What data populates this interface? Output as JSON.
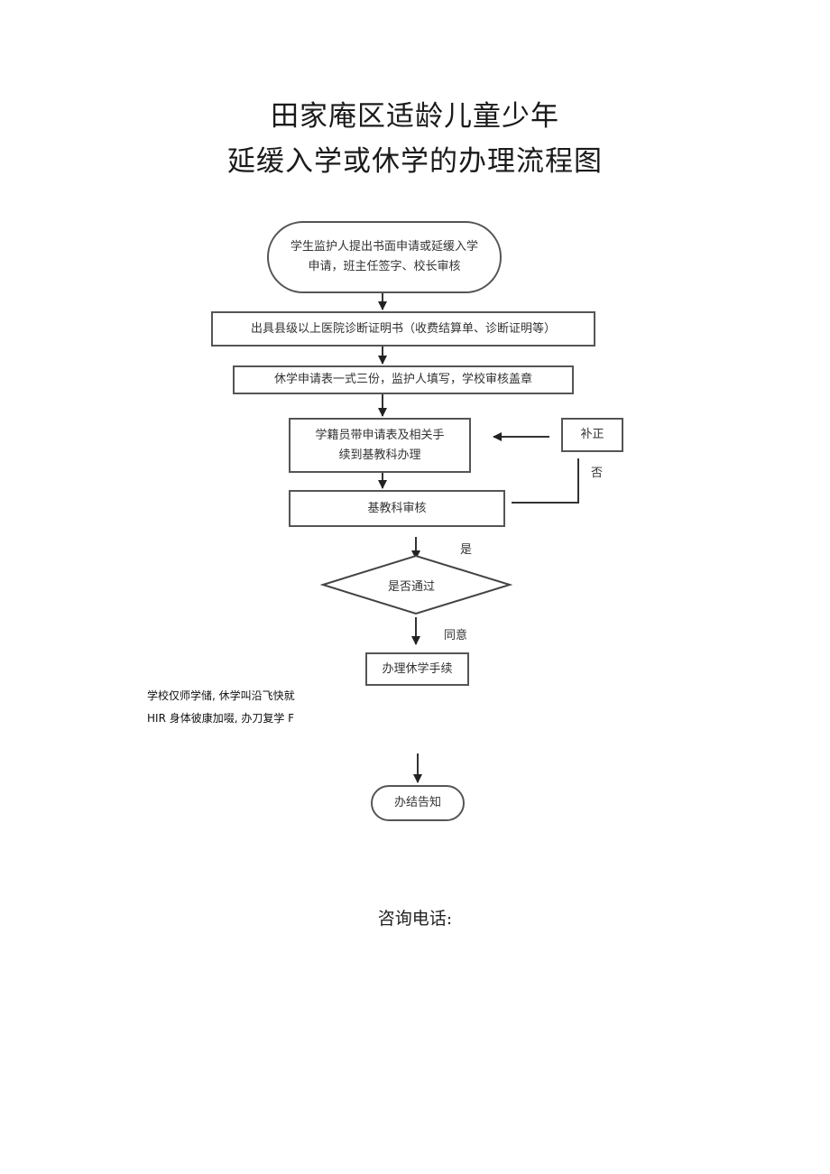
{
  "title": {
    "line1": "田家庵区适龄儿童少年",
    "line2": "延缓入学或休学的办理流程图"
  },
  "flow": {
    "step1": "学生监护人提出书面申请或延缓入学申请，班主任签字、校长审核",
    "step2": "出具县级以上医院诊断证明书（收费结算单、诊断证明等）",
    "step3": "休学申请表一式三份，监护人填写，学校审核盖章",
    "step4": "学籍员带申请表及相关手续到基教科办理",
    "step5": "基教科审核",
    "correction": "补正",
    "decision": "是否通过",
    "label_no": "否",
    "label_yes": "是",
    "label_agree": "同意",
    "step6": "办理休学手续",
    "final": "办结告知"
  },
  "notes": {
    "line1": "学校仅师学储, 休学叫沿飞快就",
    "line2": "HIR 身体彼康加啜, 办刀复学 F"
  },
  "contact": {
    "label": "咨询电话:"
  }
}
